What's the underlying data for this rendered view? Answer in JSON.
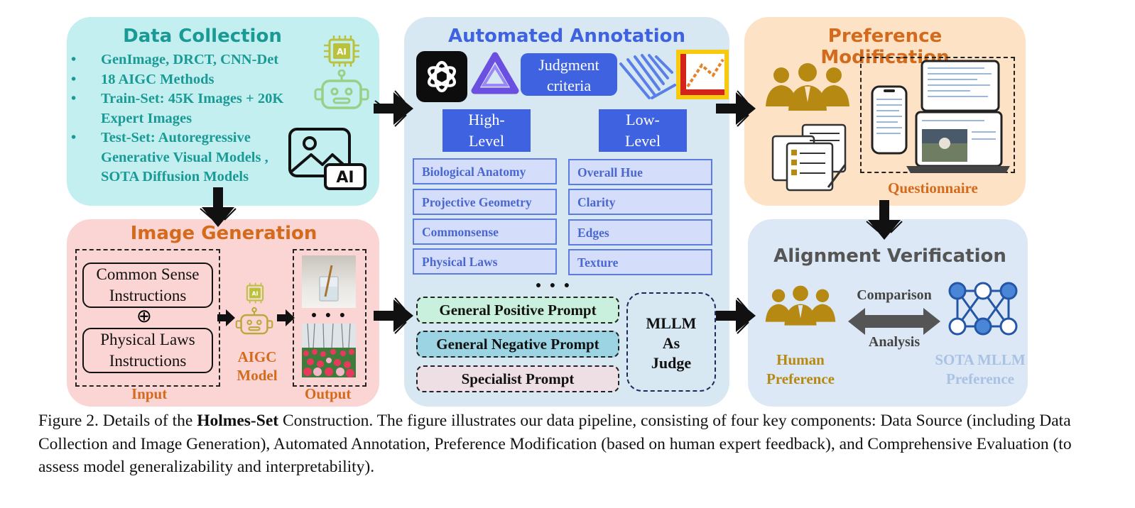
{
  "data_collection": {
    "title": "Data Collection",
    "bullets": [
      "GenImage, DRCT, CNN-Det",
      "18 AIGC Methods",
      "Train-Set: 45K Images + 20K Expert Images",
      "Test-Set: Autoregressive Generative Visual Models , SOTA Diffusion Models"
    ],
    "ai_label": "AI"
  },
  "image_generation": {
    "title": "Image Generation",
    "instr1": "Common Sense Instructions",
    "plus": "⊕",
    "instr2": "Physical Laws Instructions",
    "model_label_1": "AIGC",
    "model_label_2": "Model",
    "input_label": "Input",
    "output_label": "Output",
    "dots": "● ● ●"
  },
  "automated_annotation": {
    "title": "Automated Annotation",
    "judgment": "Judgment criteria",
    "high_1": "High-",
    "high_2": "Level",
    "low_1": "Low-",
    "low_2": "Level",
    "high_items": [
      "Biological Anatomy",
      "Projective Geometry",
      "Commonsense",
      "Physical Laws"
    ],
    "low_items": [
      "Overall Hue",
      "Clarity",
      "Edges",
      "Texture"
    ],
    "dots": "● ● ●",
    "prompts": [
      "General Positive Prompt",
      "General Negative Prompt",
      "Specialist Prompt"
    ],
    "judge_1": "MLLM",
    "judge_2": "As",
    "judge_3": "Judge"
  },
  "preference_modification": {
    "title": "Preference Modification",
    "questionnaire": "Questionnaire"
  },
  "alignment_verification": {
    "title": "Alignment Verification",
    "comparison": "Comparison",
    "analysis": "Analysis",
    "human_1": "Human",
    "human_2": "Preference",
    "mllm_1": "SOTA MLLM",
    "mllm_2": "Preference"
  },
  "caption": {
    "prefix": "Figure 2. Details of the ",
    "bold": "Holmes-Set",
    "rest": " Construction. The figure illustrates our data pipeline, consisting of four key components: Data Source (including Data Collection and Image Generation), Automated Annotation, Preference Modification (based on human expert feedback), and Comprehensive Evaluation (to assess model generalizability and interpretability)."
  },
  "colors": {
    "data_collection_bg": "#c3eff1",
    "image_generation_bg": "#fbd5d3",
    "annotation_bg": "#d7e8f3",
    "preference_bg": "#fde2c6",
    "alignment_bg": "#dce8f5",
    "teal_text": "#1a9a94",
    "orange_text": "#d46a1c",
    "blue_text": "#3f63e0",
    "gold": "#b58912",
    "mllm_pref": "#a9c2e4"
  }
}
